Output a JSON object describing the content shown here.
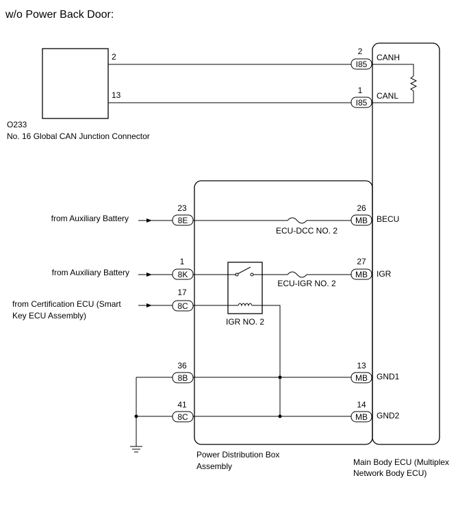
{
  "title": "w/o Power Back Door:",
  "components": {
    "junction_connector": {
      "code": "O233",
      "name": "No. 16 Global CAN Junction Connector",
      "pin_canh": "2",
      "pin_canl": "13"
    },
    "power_distribution_box": {
      "name_line1": "Power Distribution Box",
      "name_line2": "Assembly"
    },
    "main_body_ecu": {
      "name_line1": "Main Body ECU (Multiplex",
      "name_line2": "Network Body ECU)"
    },
    "relay": {
      "label": "IGR NO. 2"
    }
  },
  "signals": {
    "canh": {
      "pin": "2",
      "connector": "I85",
      "label": "CANH"
    },
    "canl": {
      "pin": "1",
      "connector": "I85",
      "label": "CANL"
    },
    "becu": {
      "source": "from Auxiliary Battery",
      "in_pin": "23",
      "in_connector": "8E",
      "fuse": "ECU-DCC NO. 2",
      "out_pin": "26",
      "out_connector": "MB",
      "label": "BECU"
    },
    "igr": {
      "source": "from Auxiliary Battery",
      "in_pin": "1",
      "in_connector": "8K",
      "fuse": "ECU-IGR NO. 2",
      "out_pin": "27",
      "out_connector": "MB",
      "label": "IGR"
    },
    "cert": {
      "source_line1": "from Certification ECU (Smart",
      "source_line2": "Key ECU Assembly)",
      "in_pin": "17",
      "in_connector": "8C"
    },
    "gnd1": {
      "in_pin": "36",
      "in_connector": "8B",
      "out_pin": "13",
      "out_connector": "MB",
      "label": "GND1"
    },
    "gnd2": {
      "in_pin": "41",
      "in_connector": "8C",
      "out_pin": "14",
      "out_connector": "MB",
      "label": "GND2"
    }
  }
}
